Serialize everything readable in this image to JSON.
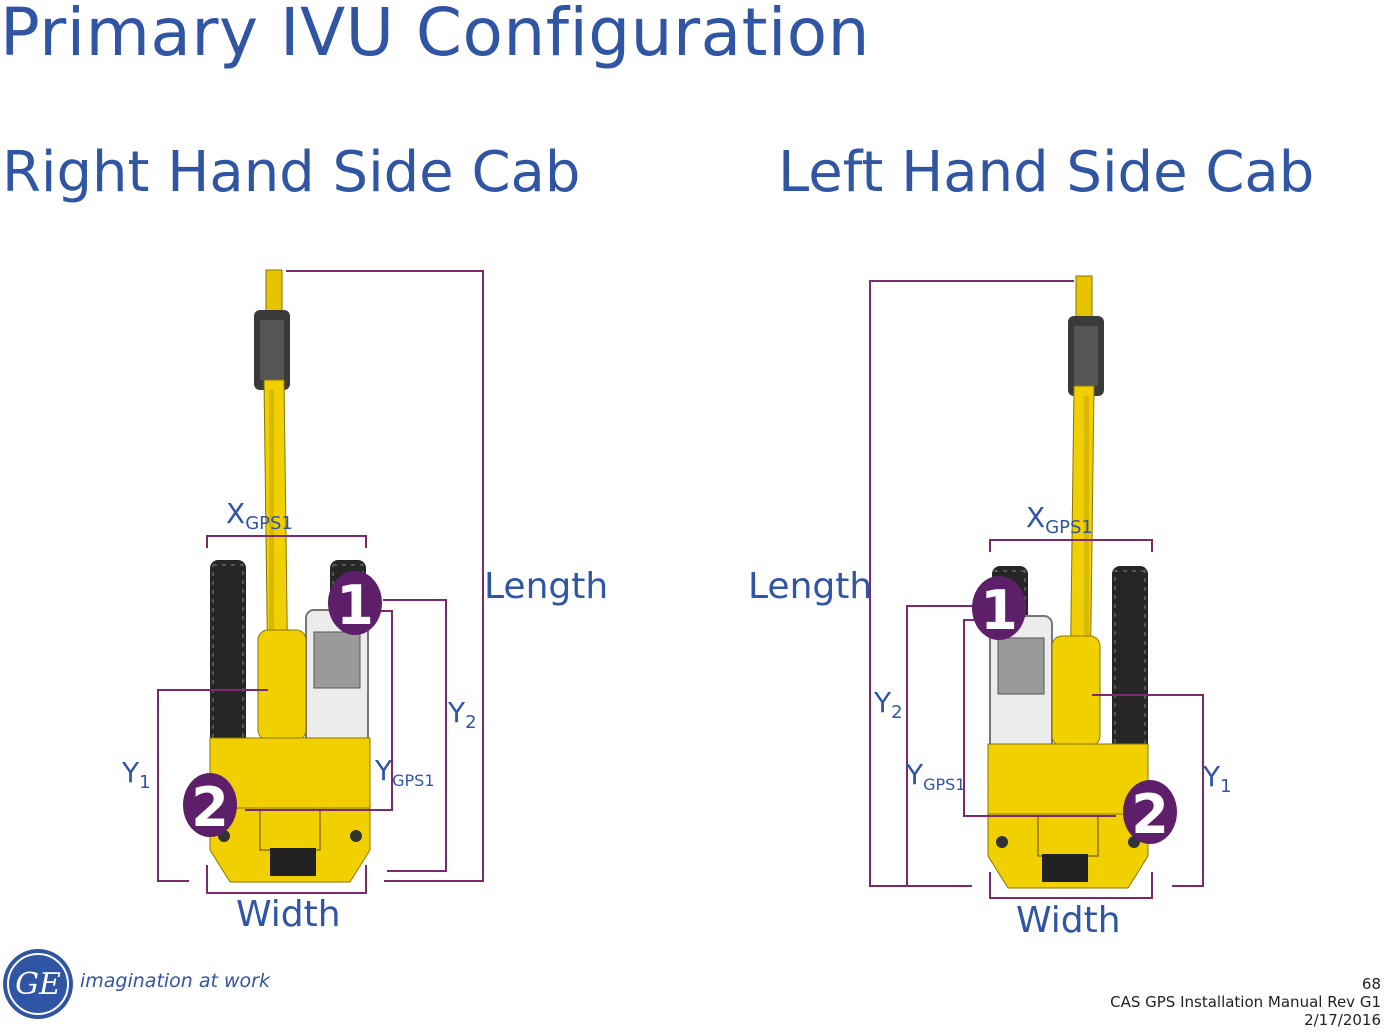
{
  "title": "Primary IVU Configuration",
  "left_panel": {
    "heading": "Right Hand Side Cab",
    "labels": {
      "x_gps": "X",
      "x_gps_sub": "GPS1",
      "length": "Length",
      "y2": "Y",
      "y2_sub": "2",
      "y1": "Y",
      "y1_sub": "1",
      "y_gps": "Y",
      "y_gps_sub": "GPS1",
      "width": "Width"
    },
    "badges": [
      "1",
      "2"
    ]
  },
  "right_panel": {
    "heading": "Left Hand Side Cab",
    "labels": {
      "x_gps": "X",
      "x_gps_sub": "GPS1",
      "length": "Length",
      "y2": "Y",
      "y2_sub": "2",
      "y1": "Y",
      "y1_sub": "1",
      "y_gps": "Y",
      "y_gps_sub": "GPS1",
      "width": "Width"
    },
    "badges": [
      "1",
      "2"
    ]
  },
  "footer": {
    "logo_text": "GE",
    "tagline": "imagination at work",
    "page_number": "68",
    "doc_title": "CAS GPS Installation Manual Rev G1",
    "date": "2/17/2016"
  },
  "colors": {
    "accent": "#2f55a4",
    "line": "#7b2a6e",
    "badge": "#5e1f6a",
    "machine": "#f0d000"
  }
}
